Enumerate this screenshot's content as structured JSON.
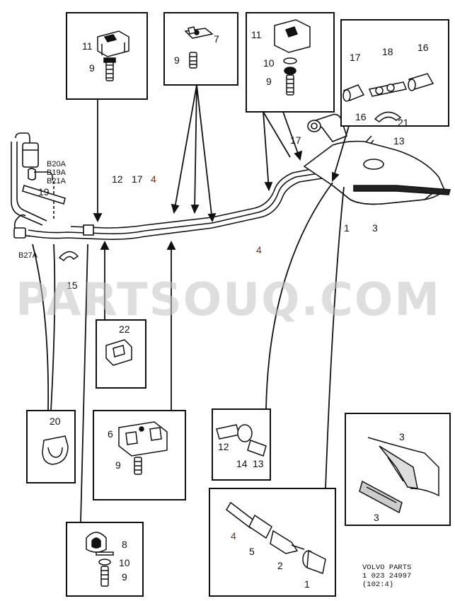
{
  "watermark": "PARTSOUQ.COM",
  "footer": {
    "line1": "VOLVO PARTS",
    "line2": "1 023    24997",
    "line3": "(102:4)"
  },
  "engine_codes": {
    "b20a": "B20A",
    "b19a": "B19A",
    "b21a": "B21A",
    "b27a": "B27A"
  },
  "box_tl": {
    "clip": "11",
    "screw": "9"
  },
  "box_tc": {
    "bracket": "7",
    "screw": "9"
  },
  "box_tr": {
    "clip": "11",
    "washer": "10",
    "screw": "9"
  },
  "box_hose": {
    "left": "17",
    "mid": "18",
    "right": "16"
  },
  "box_22": {
    "label": "22"
  },
  "box_20": {
    "label": "20"
  },
  "box_6": {
    "clip": "6",
    "screw": "9"
  },
  "box_12": {
    "a": "12",
    "b": "14",
    "c": "13"
  },
  "box_3": {
    "top": "3",
    "bottom": "3"
  },
  "box_conn": {
    "line": "4",
    "nut": "5",
    "nipple": "2",
    "hose": "1"
  },
  "box_8": {
    "clamp": "8",
    "washer": "10",
    "screw": "9"
  },
  "main": {
    "l12": "12",
    "l17": "17",
    "l4": "4",
    "l19": "19",
    "l15": "15",
    "l4b": "4",
    "l17b": "17",
    "l16": "16",
    "l21": "21",
    "l13": "13",
    "l1": "1",
    "l3": "3"
  }
}
